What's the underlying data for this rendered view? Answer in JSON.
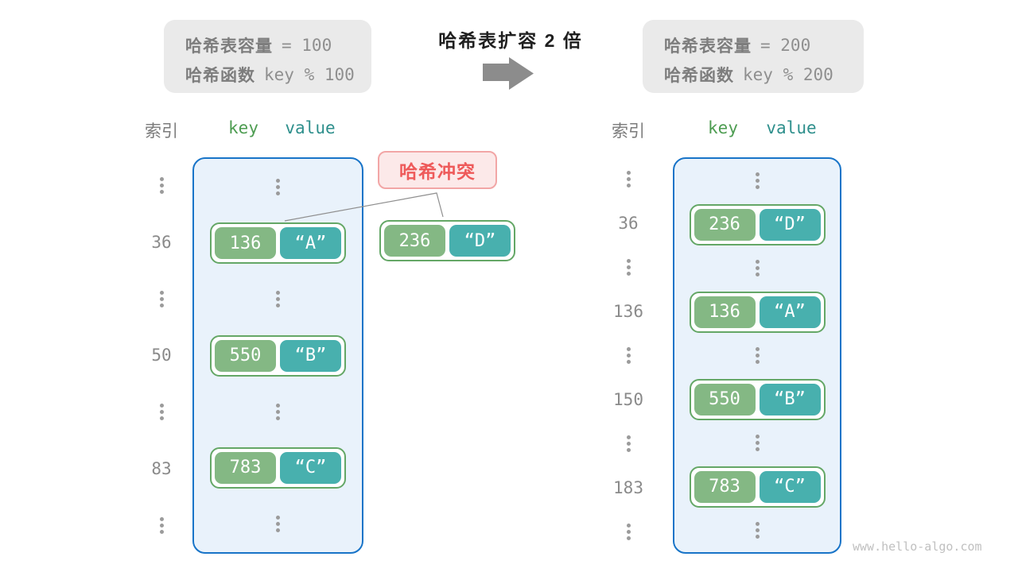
{
  "info_boxes": {
    "before": {
      "rows": [
        {
          "label": "哈希表容量",
          "value": "=  100"
        },
        {
          "label": "哈希函数",
          "value": "key % 100"
        }
      ]
    },
    "after": {
      "rows": [
        {
          "label": "哈希表容量",
          "value": "=  200"
        },
        {
          "label": "哈希函数",
          "value": "key % 200"
        }
      ]
    }
  },
  "transition": {
    "title": "哈希表扩容 2 倍",
    "arrow_icon": "right-block-arrow",
    "arrow_color": "#8c8c8c"
  },
  "collision": {
    "label": "哈希冲突"
  },
  "floating_entry": {
    "key": "236",
    "value": "“D”"
  },
  "tables": {
    "left": {
      "headers": {
        "index": "索引",
        "key": "key",
        "value": "value"
      },
      "slots": [
        {
          "type": "dots"
        },
        {
          "type": "entry",
          "index": "36",
          "key": "136",
          "value": "“A”"
        },
        {
          "type": "dots"
        },
        {
          "type": "entry",
          "index": "50",
          "key": "550",
          "value": "“B”"
        },
        {
          "type": "dots"
        },
        {
          "type": "entry",
          "index": "83",
          "key": "783",
          "value": "“C”"
        },
        {
          "type": "dots"
        }
      ]
    },
    "right": {
      "headers": {
        "index": "索引",
        "key": "key",
        "value": "value"
      },
      "slots": [
        {
          "type": "dots"
        },
        {
          "type": "entry",
          "index": "36",
          "key": "236",
          "value": "“D”"
        },
        {
          "type": "dots"
        },
        {
          "type": "entry",
          "index": "136",
          "key": "136",
          "value": "“A”"
        },
        {
          "type": "dots"
        },
        {
          "type": "entry",
          "index": "150",
          "key": "550",
          "value": "“B”"
        },
        {
          "type": "dots"
        },
        {
          "type": "entry",
          "index": "183",
          "key": "783",
          "value": "“C”"
        },
        {
          "type": "dots"
        }
      ]
    }
  },
  "colors": {
    "key_box": "#84b884",
    "value_box": "#48b0ae",
    "entry_border": "#64a766",
    "bucket_border": "#1874c8",
    "bucket_bg": "#e9f2fb",
    "collision_text": "#ee5a5a",
    "collision_bg": "#fce9e9",
    "info_bg": "#eaeaea"
  },
  "watermark": "www.hello-algo.com"
}
